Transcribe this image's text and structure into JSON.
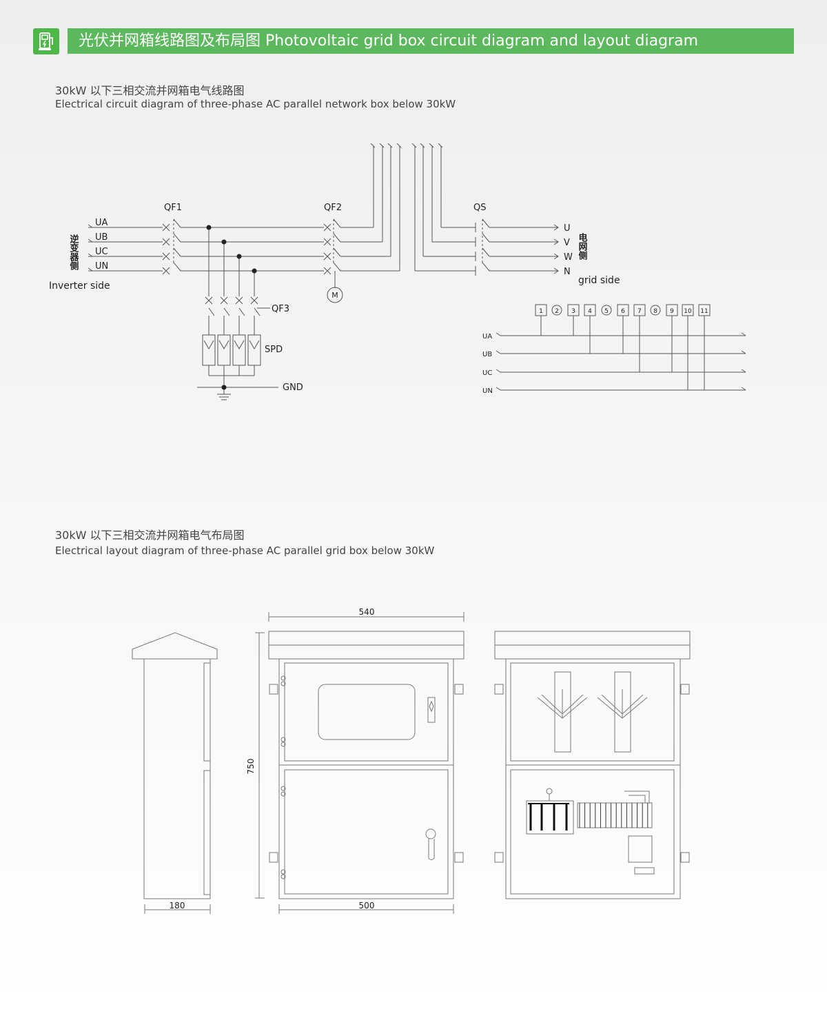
{
  "header": {
    "title": "光伏并网箱线路图及布局图 Photovoltaic grid box circuit diagram and layout diagram",
    "icon": "solar-charger-icon",
    "accent": "#5cb85c"
  },
  "circuit_section": {
    "title_cn": "30kW 以下三相交流并网箱电气线路图",
    "title_en": "Electrical circuit diagram of three-phase AC parallel network box below 30kW",
    "inverter_side_cn": "逆变器侧",
    "inverter_side_en": "Inverter side",
    "grid_side_cn": "电网侧",
    "grid_side_en": "grid side",
    "input_labels": [
      "UA",
      "UB",
      "UC",
      "UN"
    ],
    "output_labels": [
      "U",
      "V",
      "W",
      "N"
    ],
    "components": {
      "qf1": "QF1",
      "qf2": "QF2",
      "qs": "QS",
      "qf3": "QF3",
      "spd": "SPD",
      "gnd": "GND",
      "meter": "M"
    },
    "terminal_labels": [
      "1",
      "2",
      "3",
      "4",
      "5",
      "6",
      "7",
      "8",
      "9",
      "10",
      "11"
    ],
    "terminal_rows": [
      "UA",
      "UB",
      "UC",
      "UN"
    ]
  },
  "layout_section": {
    "title_cn": "30kW 以下三相交流并网箱电气布局图",
    "title_en": "Electrical layout diagram of three-phase AC parallel grid box below 30kW",
    "dims": {
      "top_width": "540",
      "height": "750",
      "depth": "180",
      "front_width": "500"
    }
  }
}
